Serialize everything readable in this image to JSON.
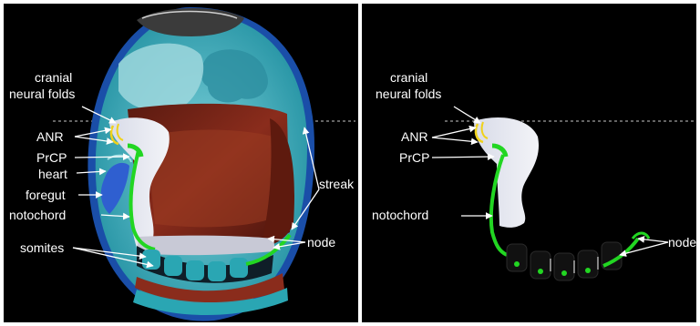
{
  "left_panel": {
    "labels": {
      "cranial_line1": "cranial",
      "cranial_line2": "neural folds",
      "anr": "ANR",
      "prcp": "PrCP",
      "heart": "heart",
      "foregut": "foregut",
      "notochord": "notochord",
      "somites": "somites",
      "streak": "streak",
      "node": "node"
    }
  },
  "right_panel": {
    "labels": {
      "cranial_line1": "cranial",
      "cranial_line2": "neural folds",
      "anr": "ANR",
      "prcp": "PrCP",
      "notochord": "notochord",
      "node": "node"
    }
  },
  "colors": {
    "background": "#000000",
    "yolk_sac_outer": "#1a4ea8",
    "yolk_sac_teal": "#2aa6b3",
    "ectoderm": "#9ed7dd",
    "amnion_cavity": "#7a2417",
    "neural_plate": "#e6e8f0",
    "notochord": "#22d622",
    "anr": "#f0d21a",
    "heart": "#2f5fd0",
    "label": "#ffffff"
  }
}
